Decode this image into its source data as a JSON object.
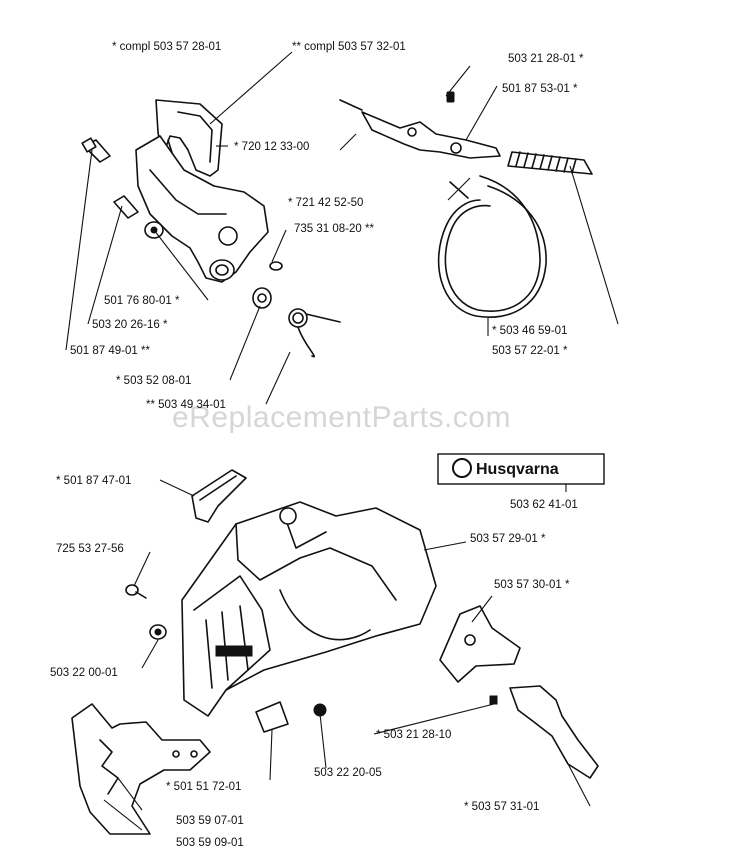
{
  "watermark": "eReplacementParts.com",
  "brand_plate": {
    "text": "Husqvarna"
  },
  "labels": [
    {
      "id": "l1",
      "text": "*  compl 503 57 28-01"
    },
    {
      "id": "l2",
      "text": "**  compl 503 57 32-01"
    },
    {
      "id": "l3",
      "text": "503 21 28-01  *"
    },
    {
      "id": "l4",
      "text": "501 87 53-01  *"
    },
    {
      "id": "l5",
      "text": "*  720 12 33-00"
    },
    {
      "id": "l6",
      "text": "*  721 42 52-50"
    },
    {
      "id": "l7",
      "text": "735 31 08-20  **"
    },
    {
      "id": "l8",
      "text": "501 76 80-01  *"
    },
    {
      "id": "l9",
      "text": "503 20 26-16  *"
    },
    {
      "id": "l10",
      "text": "501 87 49-01  **"
    },
    {
      "id": "l11",
      "text": "*  503 52 08-01"
    },
    {
      "id": "l12",
      "text": "**  503 49 34-01"
    },
    {
      "id": "l13",
      "text": "*  503 46 59-01"
    },
    {
      "id": "l14",
      "text": "503 57 22-01  *"
    },
    {
      "id": "l15",
      "text": "*  501 87 47-01"
    },
    {
      "id": "l16",
      "text": "503 62 41-01"
    },
    {
      "id": "l17",
      "text": "725 53 27-56"
    },
    {
      "id": "l18",
      "text": "503 57 29-01  *"
    },
    {
      "id": "l19",
      "text": "503 57 30-01  *"
    },
    {
      "id": "l20",
      "text": "503 22 00-01"
    },
    {
      "id": "l21",
      "text": "*  503 21 28-10"
    },
    {
      "id": "l22",
      "text": "*  501 51 72-01"
    },
    {
      "id": "l23",
      "text": "503 22 20-05"
    },
    {
      "id": "l24",
      "text": "503 59 07-01"
    },
    {
      "id": "l25",
      "text": "503 59 09-01"
    },
    {
      "id": "l26",
      "text": "*  503 57 31-01"
    }
  ]
}
